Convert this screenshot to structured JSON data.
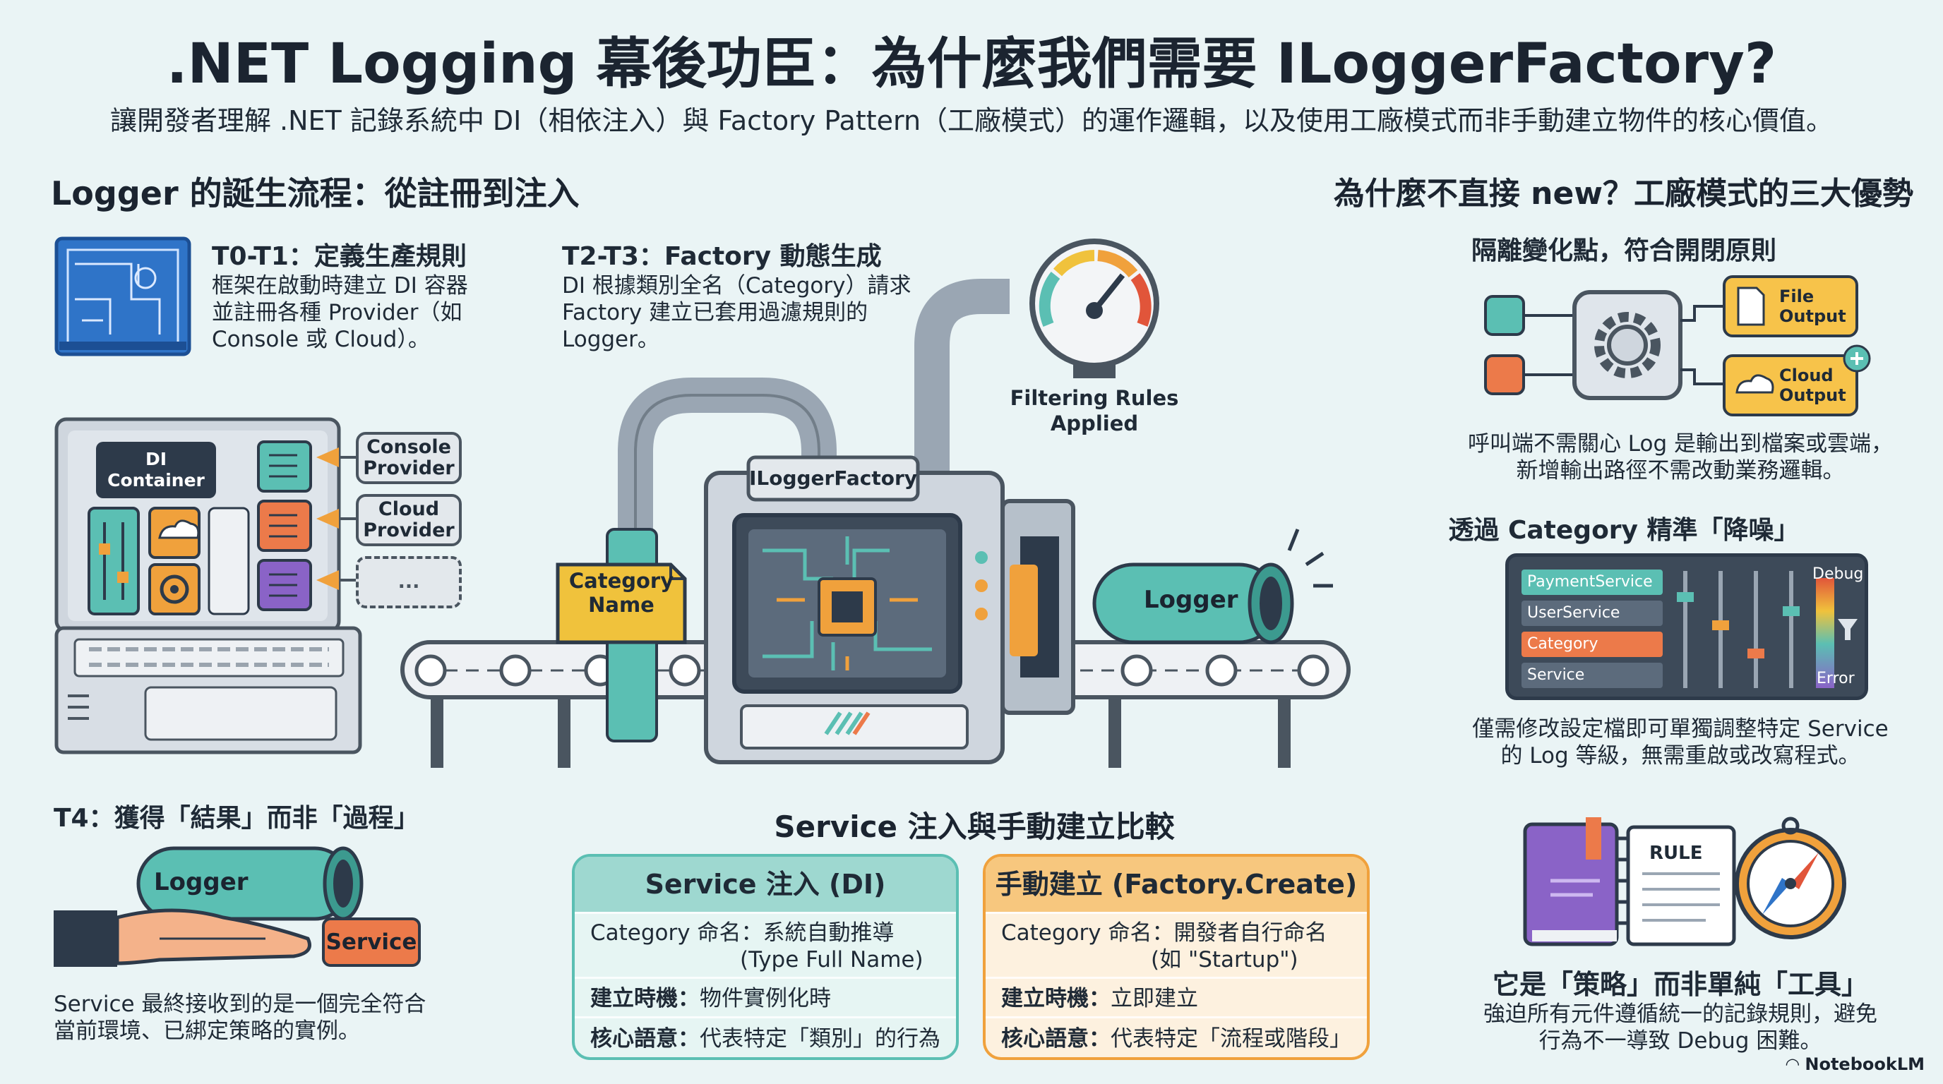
{
  "header": {
    "title": ".NET Logging 幕後功臣：為什麼我們需要 ILoggerFactory?",
    "subtitle": "讓開發者理解 .NET 記錄系統中 DI（相依注入）與 Factory Pattern（工廠模式）的運作邏輯，以及使用工廠模式而非手動建立物件的核心價值。"
  },
  "left": {
    "heading": "Logger 的誕生流程：從註冊到注入",
    "t0": {
      "title": "T0-T1：定義生產規則",
      "lines": [
        "框架在啟動時建立 DI 容器",
        "並註冊各種 Provider（如",
        "Console 或 Cloud）。"
      ]
    },
    "t2": {
      "title": "T2-T3：Factory 動態生成",
      "lines": [
        "DI 根據類別全名（Category）請求",
        "Factory 建立已套用過濾規則的",
        "Logger。"
      ]
    },
    "di_container": {
      "label_line1": "DI",
      "label_line2": "Container"
    },
    "providers": {
      "console_1": "Console",
      "console_2": "Provider",
      "cloud_1": "Cloud",
      "cloud_2": "Provider",
      "more": "..."
    },
    "factory_label": "ILoggerFactory",
    "category_1": "Category",
    "category_2": "Name",
    "filter_1": "Filtering Rules",
    "filter_2": "Applied",
    "logger_label": "Logger",
    "t4": {
      "title": "T4：獲得「結果」而非「過程」",
      "logger": "Logger",
      "service": "Service",
      "lines": [
        "Service 最終接收到的是一個完全符合",
        "當前環境、已綁定策略的實例。"
      ]
    }
  },
  "compare": {
    "heading": "Service 注入與手動建立比較",
    "di": {
      "title": "Service 注入 (DI)",
      "cat_label": "Category 命名：",
      "cat_value": "系統自動推導",
      "cat_value2": "(Type Full Name)",
      "timing_label": "建立時機：",
      "timing_value": "物件實例化時",
      "sem_label": "核心語意：",
      "sem_value": "代表特定「類別」的行為"
    },
    "manual": {
      "title": "手動建立 (Factory.Create)",
      "cat_label": "Category 命名：",
      "cat_value": "開發者自行命名",
      "cat_value2": "(如 \"Startup\")",
      "timing_label": "建立時機：",
      "timing_value": "立即建立",
      "sem_label": "核心語意：",
      "sem_value": "代表特定「流程或階段」"
    }
  },
  "right": {
    "heading": "為什麼不直接 new？工廠模式的三大優勢",
    "adv1": {
      "title": "隔離變化點，符合開閉原則",
      "file_1": "File",
      "file_2": "Output",
      "cloud_1": "Cloud",
      "cloud_2": "Output",
      "lines": [
        "呼叫端不需關心 Log 是輸出到檔案或雲端，",
        "新增輸出路徑不需改動業務邏輯。"
      ]
    },
    "adv2": {
      "title": "透過 Category 精準「降噪」",
      "items": [
        "PaymentService",
        "UserService",
        "Category",
        "Service"
      ],
      "debug": "Debug",
      "error": "Error",
      "lines": [
        "僅需修改設定檔即可單獨調整特定 Service",
        "的 Log 等級，無需重啟或改寫程式。"
      ]
    },
    "adv3": {
      "title": "它是「策略」而非單純「工具」",
      "rule": "RULE",
      "lines": [
        "強迫所有元件遵循統一的記錄規則，避免",
        "行為不一導致 Debug 困難。"
      ]
    }
  },
  "brand": "NotebookLM",
  "colors": {
    "teal": "#5bbfb3",
    "orange": "#f0a13c",
    "navy": "#2d3a4a",
    "purple": "#8a63c7",
    "coral": "#ec7a4a"
  }
}
